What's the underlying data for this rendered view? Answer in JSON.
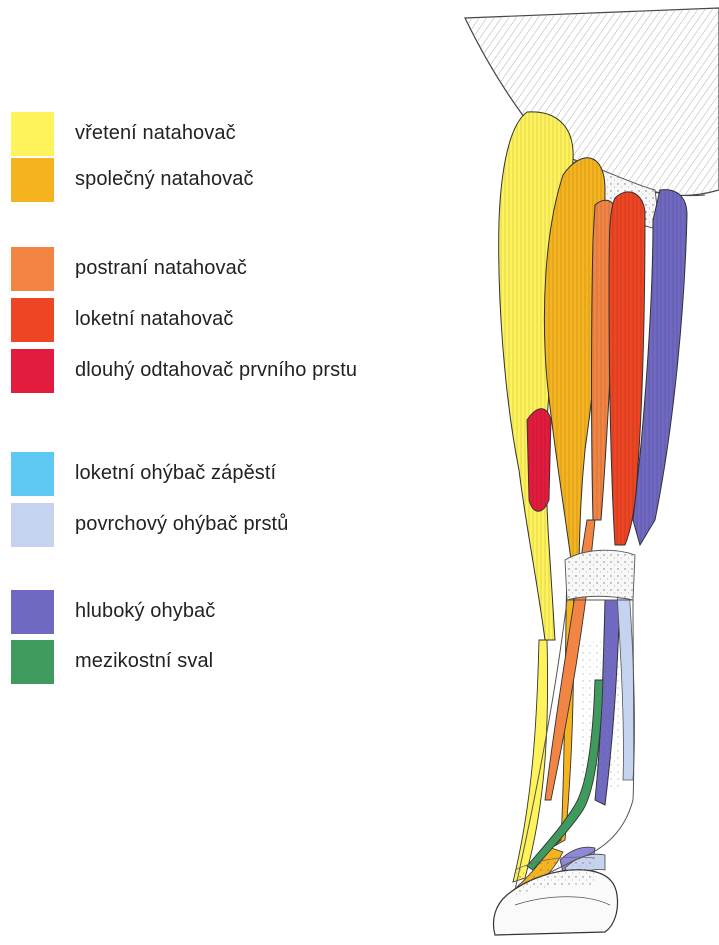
{
  "legend": {
    "items": [
      {
        "label": "vřetení natahovač",
        "color": "#fff35c"
      },
      {
        "label": "společný natahovač",
        "color": "#f5b41f"
      },
      {
        "label": "postraní natahovač",
        "color": "#f28543"
      },
      {
        "label": "loketní natahovač",
        "color": "#ee4524"
      },
      {
        "label": "dlouhý odtahovač prvního prstu",
        "color": "#e31b3e"
      },
      {
        "label": "loketní ohýbač zápěstí",
        "color": "#5fc9f4"
      },
      {
        "label": "povrchový ohýbač prstů",
        "color": "#c6d3ef"
      },
      {
        "label": "hluboký ohybač",
        "color": "#7069c2"
      },
      {
        "label": "mezikostní sval",
        "color": "#3f9a5e"
      }
    ]
  }
}
